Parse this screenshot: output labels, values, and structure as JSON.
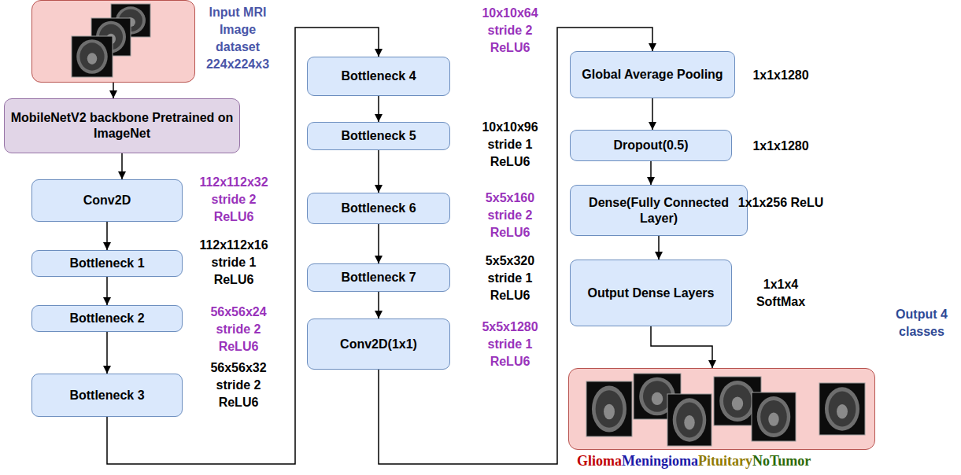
{
  "diagram": {
    "nodes": [
      {
        "text": [
          "Input MRI Image dataset 224x224x3"
        ]
      },
      {
        "text": [
          "MobileNetV2 backbone Pretrained on ImageNet"
        ]
      },
      {
        "text": [
          "Conv2D",
          "112x112x32 stride 2 ReLU6"
        ]
      },
      {
        "text": [
          "Bottleneck 1",
          "112x112x16 stride 1 ReLU6"
        ]
      },
      {
        "text": [
          "Bottleneck 2",
          "56x56x24 stride 2 ReLU6"
        ]
      },
      {
        "text": [
          "Bottleneck 3",
          "56x56x32 stride 2 ReLU6"
        ]
      },
      {
        "text": [
          "Bottleneck 4",
          "10x10x64 stride 2 ReLU6"
        ]
      },
      {
        "text": [
          "Bottleneck 5",
          "10x10x96 stride 1 ReLU6"
        ]
      },
      {
        "text": [
          "Bottleneck 6",
          "5x5x160 stride 2 ReLU6"
        ]
      },
      {
        "text": [
          "Bottleneck 7",
          "5x5x320 stride 1 ReLU6"
        ]
      },
      {
        "text": [
          "Conv2D(1x1)",
          "5x5x1280 stride 1 ReLU6"
        ]
      },
      {
        "text": [
          "Global Average Pooling",
          "1x1x1280"
        ]
      },
      {
        "text": [
          "Dropout(0.5)",
          "1x1x1280"
        ]
      },
      {
        "text": [
          "Dense(Fully Connected Layer)",
          "1x1x256 ReLU"
        ]
      },
      {
        "text": [
          "Output Dense Layers",
          "1x1x4 SoftMax"
        ]
      },
      {
        "text": [
          "Output 4 classes"
        ]
      }
    ],
    "edges": [
      {
        "from": 0,
        "to": 1,
        "arrow": "to"
      },
      {
        "from": 1,
        "to": 2,
        "arrow": "to"
      },
      {
        "from": 2,
        "to": 3,
        "arrow": "to"
      },
      {
        "from": 3,
        "to": 4,
        "arrow": "to"
      },
      {
        "from": 4,
        "to": 5,
        "arrow": "to"
      },
      {
        "from": 5,
        "to": 6,
        "arrow": "to"
      },
      {
        "from": 6,
        "to": 7,
        "arrow": "to"
      },
      {
        "from": 7,
        "to": 8,
        "arrow": "to"
      },
      {
        "from": 8,
        "to": 9,
        "arrow": "to"
      },
      {
        "from": 9,
        "to": 10,
        "arrow": "to"
      },
      {
        "from": 10,
        "to": 11,
        "arrow": "to"
      },
      {
        "from": 11,
        "to": 12,
        "arrow": "to"
      },
      {
        "from": 12,
        "to": 13,
        "arrow": "to"
      },
      {
        "from": 13,
        "to": 14,
        "arrow": "to"
      },
      {
        "from": 14,
        "to": 15,
        "arrow": "to"
      }
    ],
    "labels": [
      "Glioma",
      "Meningioma",
      "Pituitary",
      "NoTumor"
    ]
  }
}
